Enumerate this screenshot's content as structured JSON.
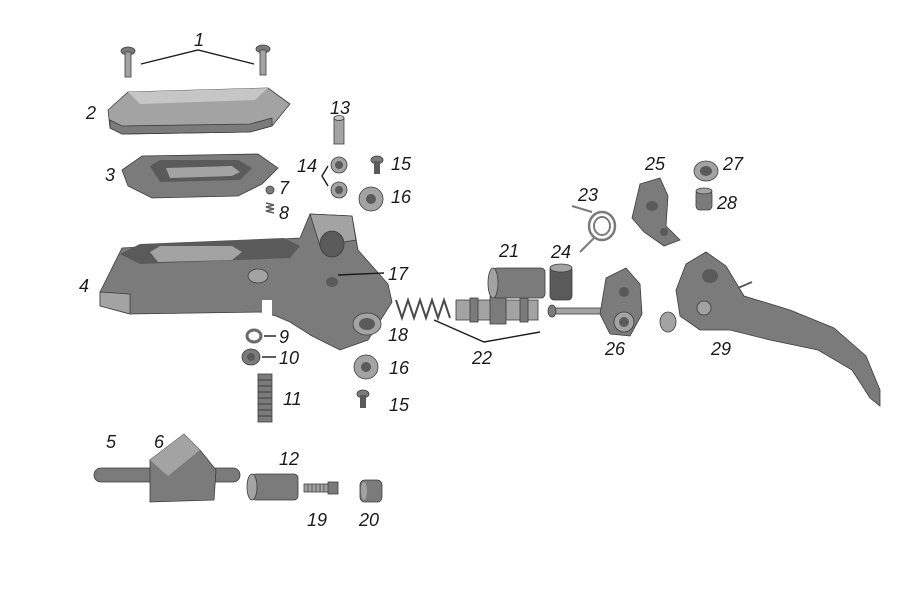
{
  "diagram": {
    "background": "#ffffff",
    "part_color": "#7b7b7b",
    "callout_color": "#1a1a1a"
  },
  "callouts": {
    "c1": "1",
    "c2": "2",
    "c3": "3",
    "c4": "4",
    "c5": "5",
    "c6": "6",
    "c7": "7",
    "c8": "8",
    "c9": "9",
    "c10": "10",
    "c11": "11",
    "c12": "12",
    "c13": "13",
    "c14": "14",
    "c15a": "15",
    "c15b": "15",
    "c16a": "16",
    "c16b": "16",
    "c17": "17",
    "c18": "18",
    "c19": "19",
    "c20": "20",
    "c21": "21",
    "c22": "22",
    "c23": "23",
    "c24": "24",
    "c25": "25",
    "c26": "26",
    "c27": "27",
    "c28": "28",
    "c29": "29"
  }
}
